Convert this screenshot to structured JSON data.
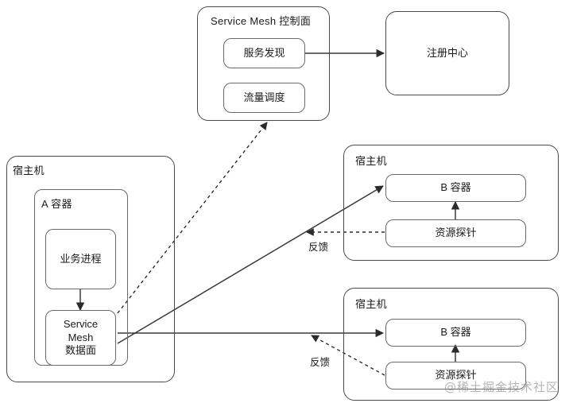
{
  "diagram": {
    "title_text": "Service Mesh 控制面",
    "watermark": "@稀土掘金技术社区",
    "groups": {
      "control_plane": {
        "label": "Service Mesh 控制面"
      },
      "host_left": {
        "label": "宿主机"
      },
      "host_right_top": {
        "label": "宿主机"
      },
      "host_right_bottom": {
        "label": "宿主机"
      },
      "container_a": {
        "label": "A 容器"
      }
    },
    "nodes": {
      "service_discovery": {
        "label": "服务发现"
      },
      "traffic_scheduling": {
        "label": "流量调度"
      },
      "registry_center": {
        "label": "注册中心"
      },
      "business_process": {
        "label": "业务进程"
      },
      "service_mesh_dataplane": {
        "label": "Service\nMesh\n数据面"
      },
      "b_container_top": {
        "label": "B 容器"
      },
      "b_container_bottom": {
        "label": "B 容器"
      },
      "resource_probe_top": {
        "label": "资源探针"
      },
      "resource_probe_bottom": {
        "label": "资源探针"
      }
    },
    "edges": {
      "discovery_to_registry": {
        "label": "",
        "style": "solid"
      },
      "dataplane_to_control_plane": {
        "label": "",
        "style": "dashed"
      },
      "dataplane_to_b_top": {
        "label": "",
        "style": "solid"
      },
      "dataplane_to_b_bottom": {
        "label": "",
        "style": "solid"
      },
      "probe_top_feedback": {
        "label": "反馈",
        "style": "dashed"
      },
      "probe_bottom_feedback": {
        "label": "反馈",
        "style": "dashed"
      },
      "probe_top_to_b_top": {
        "label": "",
        "style": "solid"
      },
      "probe_bottom_to_b_bottom": {
        "label": "",
        "style": "solid"
      },
      "business_to_dataplane": {
        "label": "",
        "style": "solid"
      }
    },
    "colors": {
      "stroke": "#4a4a4a",
      "inner_stroke": "#6a6a6a",
      "text": "#1a1a1a",
      "background": "#ffffff"
    }
  }
}
